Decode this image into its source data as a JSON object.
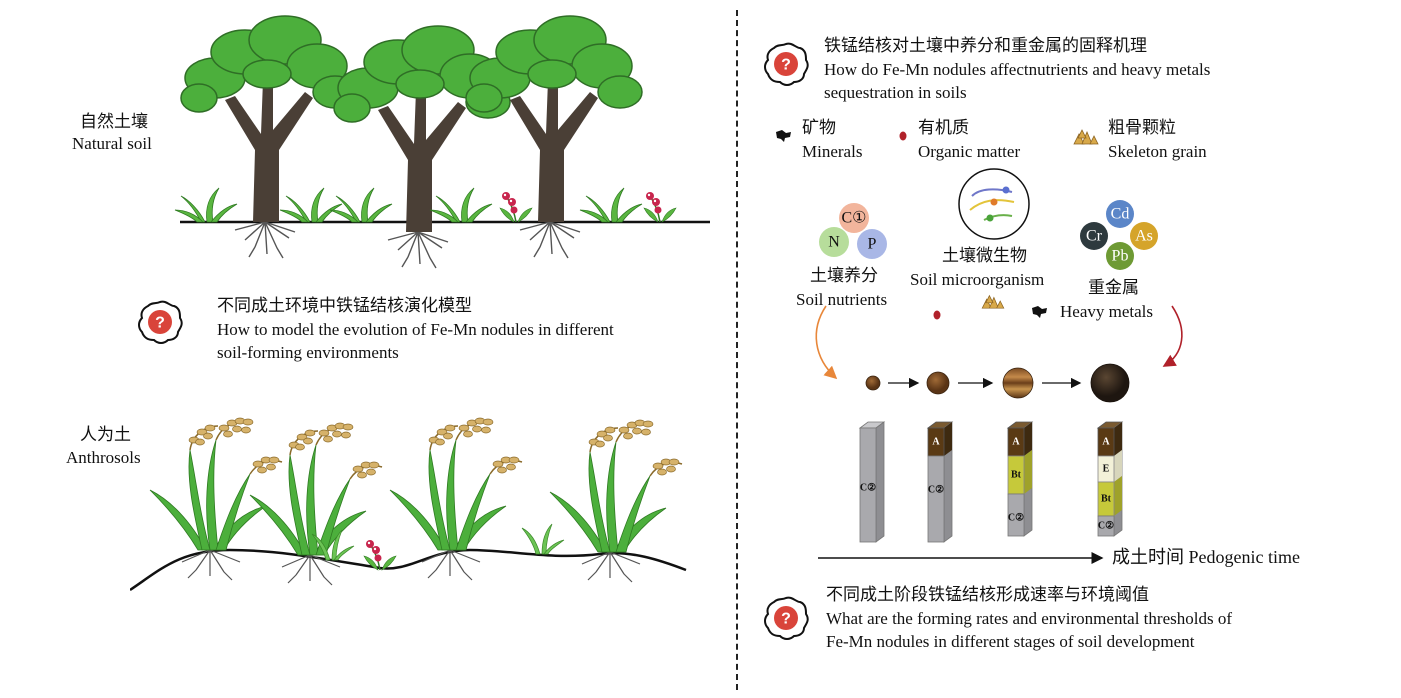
{
  "left": {
    "natural_soil": {
      "zh": "自然土壤",
      "en": "Natural soil"
    },
    "question1": {
      "zh": "不同成土环境中铁锰结核演化模型",
      "en1": "How to model the evolution of Fe-Mn nodules in different",
      "en2": "soil-forming environments"
    },
    "anthrosols": {
      "zh": "人为土",
      "en": "Anthrosols"
    }
  },
  "right": {
    "question2": {
      "zh": "铁锰结核对土壤中养分和重金属的固释机理",
      "en1": "How do Fe-Mn nodules affectnutrients and heavy metals",
      "en2": "sequestration in soils"
    },
    "legend": {
      "minerals": {
        "zh": "矿物",
        "en": "Minerals"
      },
      "organic": {
        "zh": "有机质",
        "en": "Organic matter"
      },
      "skeleton": {
        "zh": "粗骨颗粒",
        "en": "Skeleton grain"
      }
    },
    "nutrients": {
      "zh": "土壤养分",
      "en": "Soil nutrients",
      "items": [
        "C①",
        "N",
        "P"
      ]
    },
    "microorganism": {
      "zh": "土壤微生物",
      "en": "Soil microorganism"
    },
    "heavy_metals": {
      "zh": "重金属",
      "en": "Heavy metals",
      "items": [
        "Cd",
        "Cr",
        "As",
        "Pb"
      ]
    },
    "profiles": [
      [
        "C②"
      ],
      [
        "A",
        "C②"
      ],
      [
        "A",
        "Bt",
        "C②"
      ],
      [
        "A",
        "E",
        "Bt",
        "C②"
      ]
    ],
    "time_axis": "成土时间 Pedogenic time",
    "question3": {
      "zh": "不同成土阶段铁锰结核形成速率与环境阈值",
      "en1": "What are the forming rates and environmental thresholds of",
      "en2": "Fe-Mn nodules in different stages of soil development"
    }
  },
  "colors": {
    "tree_green": "#4caf3c",
    "trunk": "#4a3f36",
    "horizon_A": "#5a3a14",
    "horizon_E": "#f3f1d8",
    "horizon_Bt": "#c6c93a",
    "horizon_C": "#a9a9ad"
  }
}
